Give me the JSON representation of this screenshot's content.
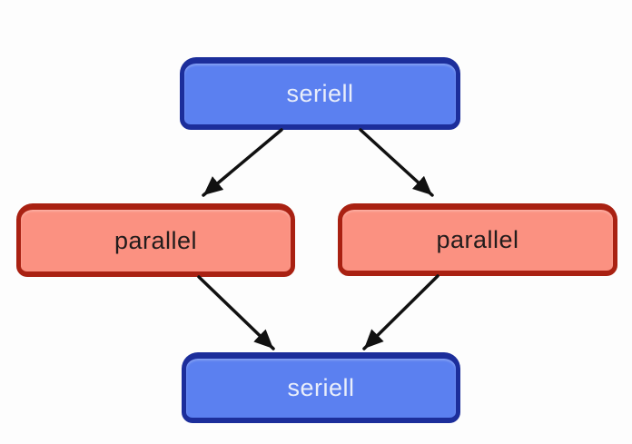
{
  "diagram": {
    "description": "Flow diagram of serial and parallel stages",
    "background_color": "#fdfdfd",
    "arrow_color": "#111111",
    "nodes": [
      {
        "id": "seriell-top",
        "label": "seriell",
        "kind": "seriell",
        "fill_color": "#5b80f0",
        "border_color": "#1c2e9b",
        "text_color": "#e9eefa"
      },
      {
        "id": "parallel-left",
        "label": "parallel",
        "kind": "parallel",
        "fill_color": "#fb9181",
        "border_color": "#a92112",
        "text_color": "#221c1c"
      },
      {
        "id": "parallel-right",
        "label": "parallel",
        "kind": "parallel",
        "fill_color": "#fb9181",
        "border_color": "#a92112",
        "text_color": "#221c1c"
      },
      {
        "id": "seriell-bottom",
        "label": "seriell",
        "kind": "seriell",
        "fill_color": "#5b80f0",
        "border_color": "#1c2e9b",
        "text_color": "#e9eefa"
      }
    ],
    "edges": [
      {
        "from": "seriell-top",
        "to": "parallel-left"
      },
      {
        "from": "seriell-top",
        "to": "parallel-right"
      },
      {
        "from": "parallel-left",
        "to": "seriell-bottom"
      },
      {
        "from": "parallel-right",
        "to": "seriell-bottom"
      }
    ]
  }
}
